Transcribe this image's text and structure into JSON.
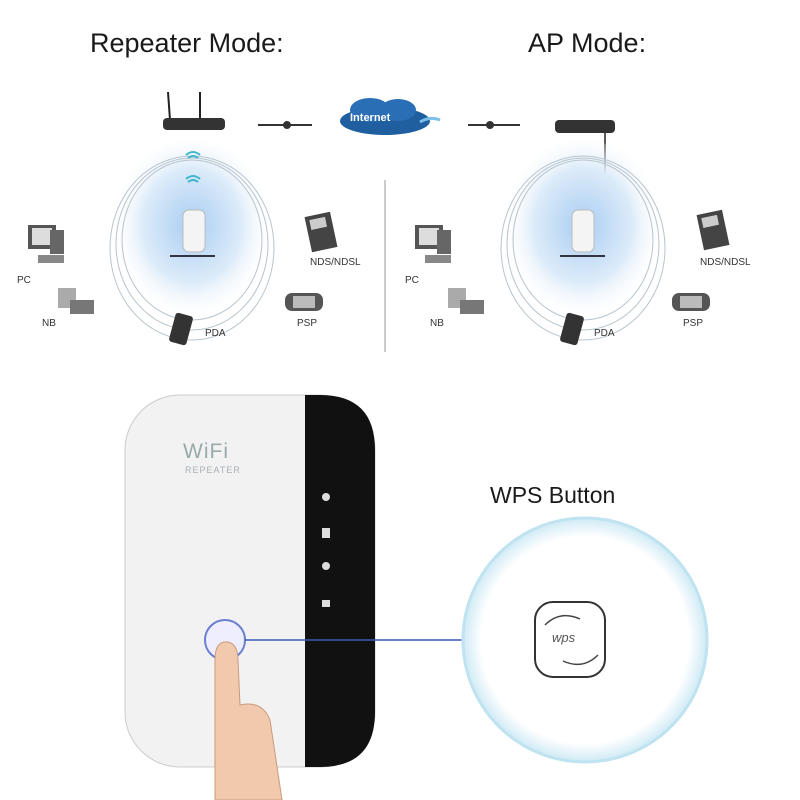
{
  "repeater_mode": {
    "title": "Repeater Mode:",
    "devices": [
      "PC",
      "NB",
      "PDA",
      "NDS/NDSL",
      "PSP"
    ]
  },
  "ap_mode": {
    "title": "AP Mode:",
    "devices": [
      "PC",
      "NB",
      "PDA",
      "NDS/NDSL",
      "PSP"
    ]
  },
  "internet_label": "Internet",
  "product": {
    "brand": "WiFi",
    "subtitle": "REPEATER",
    "callout": "WPS Button",
    "button_label": "wps"
  },
  "colors": {
    "accent_blue": "#4a90d9",
    "glow": "#cfe3f7",
    "panel": "#111111"
  }
}
